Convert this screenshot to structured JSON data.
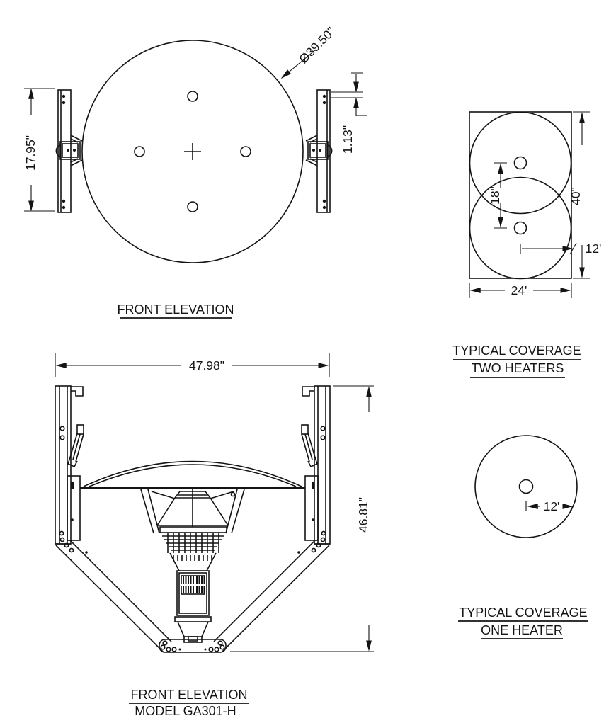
{
  "page": {
    "background": "#ffffff",
    "line_color": "#141414"
  },
  "views": {
    "disc_elevation": {
      "title": "FRONT ELEVATION",
      "dims": {
        "diameter": "Ø39.50\"",
        "bracket_height": "17.95\"",
        "offset": "1.13\""
      }
    },
    "coverage_two": {
      "title_line1": "TYPICAL COVERAGE",
      "title_line2": "TWO HEATERS",
      "dims": {
        "spacing": "18\"",
        "depth": "40\"",
        "radius": "12'",
        "width": "24'"
      }
    },
    "heater_elevation": {
      "title_line1": "FRONT ELEVATION",
      "title_line2": "MODEL GA301-H",
      "dims": {
        "width": "47.98\"",
        "height": "46.81\""
      }
    },
    "coverage_one": {
      "title_line1": "TYPICAL COVERAGE",
      "title_line2": "ONE HEATER",
      "dims": {
        "radius": "12'"
      }
    }
  }
}
